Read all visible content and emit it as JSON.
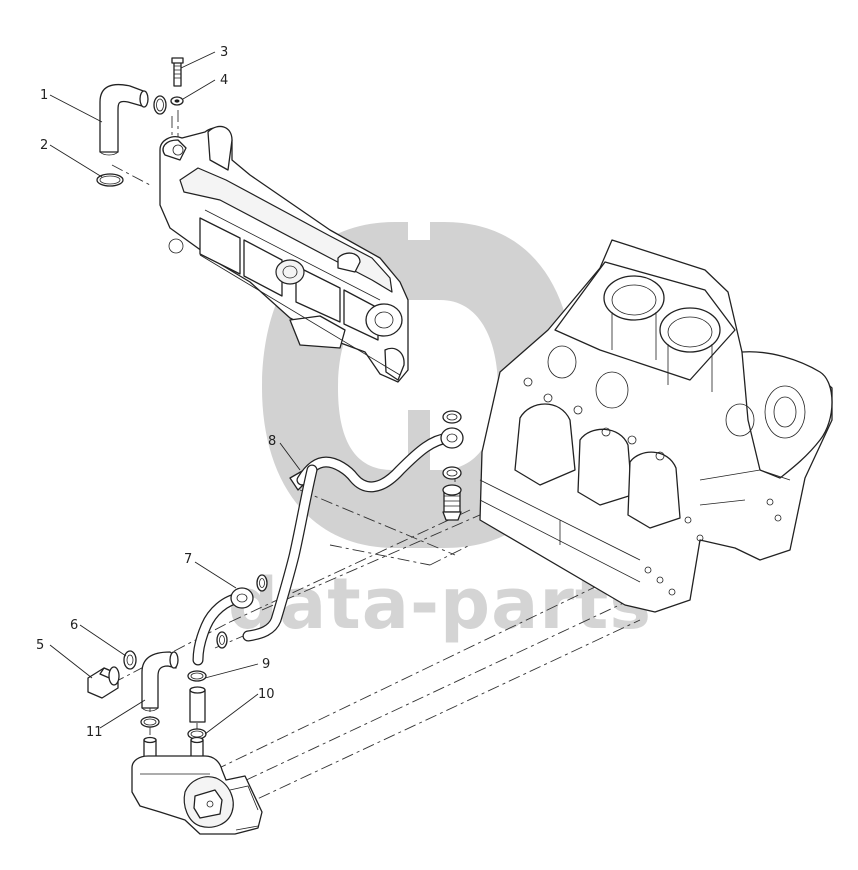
{
  "watermark": {
    "text": "data-parts",
    "color": "#cfcfcf"
  },
  "callouts": [
    {
      "id": "1",
      "label": "1"
    },
    {
      "id": "2",
      "label": "2"
    },
    {
      "id": "3",
      "label": "3"
    },
    {
      "id": "4",
      "label": "4"
    },
    {
      "id": "5",
      "label": "5"
    },
    {
      "id": "6",
      "label": "6"
    },
    {
      "id": "7",
      "label": "7"
    },
    {
      "id": "8",
      "label": "8"
    },
    {
      "id": "9",
      "label": "9"
    },
    {
      "id": "10",
      "label": "10"
    },
    {
      "id": "11",
      "label": "11"
    }
  ]
}
